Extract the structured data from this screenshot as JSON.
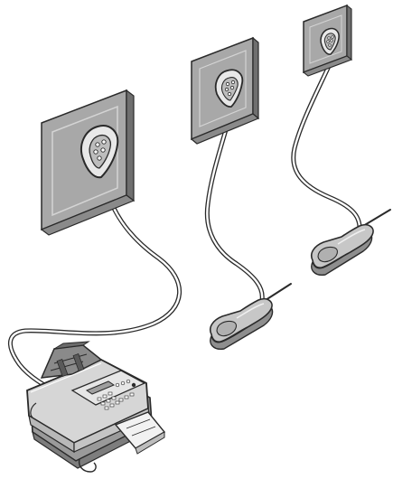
{
  "illustration": {
    "colors": {
      "plate_fill": "#a8a8a8",
      "plate_dark": "#8a8a8a",
      "plate_edge": "#555555",
      "socket_face": "#ededed",
      "outline": "#2a2a2a",
      "cord": "#ffffff",
      "handset_top": "#c7c7c7",
      "handset_side": "#9a9a9a",
      "fax_body": "#d6d6d6",
      "fax_dark": "#7d7d7d",
      "fax_light": "#f2f2f2"
    },
    "wall_sockets": [
      {
        "icon": "telephone-wall-socket-icon",
        "connected_to": "fax-machine"
      },
      {
        "icon": "telephone-wall-socket-icon",
        "connected_to": "telephone-handset"
      },
      {
        "icon": "telephone-wall-socket-icon",
        "connected_to": "telephone-handset"
      }
    ],
    "devices": [
      {
        "icon": "fax-machine-icon"
      },
      {
        "icon": "telephone-handset-icon"
      },
      {
        "icon": "telephone-handset-icon"
      }
    ]
  }
}
